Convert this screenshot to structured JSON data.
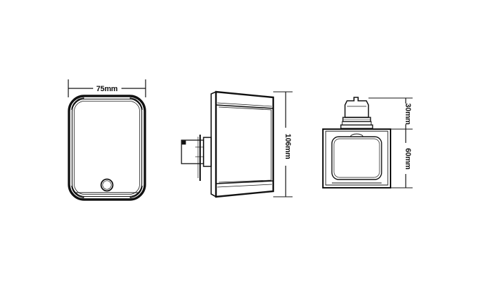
{
  "drawing": {
    "title": "Product Orthographic Dimension Drawing",
    "background_color": "#ffffff",
    "line_color": "#111111",
    "units": "mm",
    "views": [
      {
        "id": "front-view",
        "name": "front-view",
        "description": "Front elevation of rounded rectangular wall unit with circular indicator near bottom",
        "dimension_label": "75mm"
      },
      {
        "id": "side-view",
        "name": "side-view",
        "description": "Side elevation showing depth body and rear mounting bracket protrusion",
        "dimension_label": "106mm"
      },
      {
        "id": "top-view",
        "name": "top-view",
        "description": "Rear/top view showing plug connector block above main housing",
        "dimension_label_upper": "30mm",
        "dimension_label_lower": "60mm"
      }
    ],
    "dimensions": {
      "width": "75mm",
      "height": "106mm",
      "connector_height": "30mm",
      "body_height": "60mm"
    },
    "labels": {
      "width_75": "75mm",
      "height_106": "106mm",
      "height_30": "30mm",
      "height_60": "60mm"
    }
  }
}
